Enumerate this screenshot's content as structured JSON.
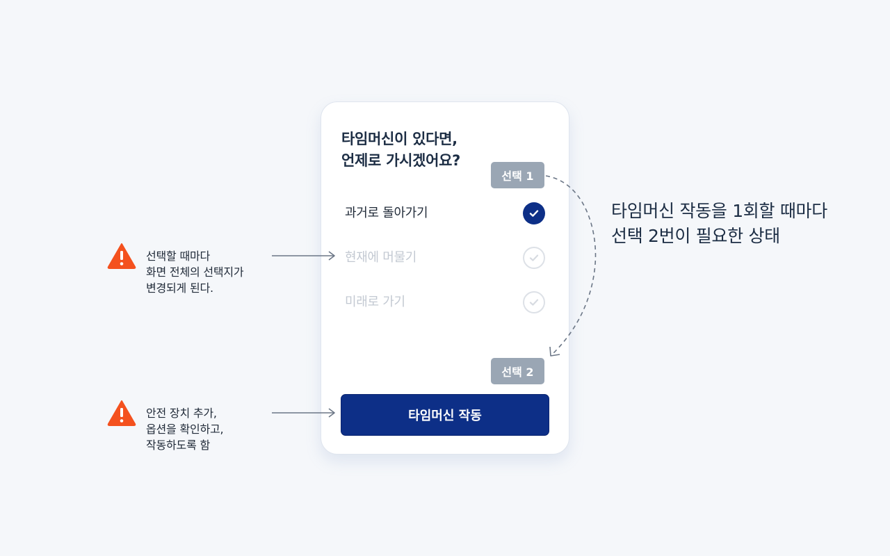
{
  "card": {
    "question_line1": "타임머신이 있다면,",
    "question_line2": "언제로 가시겠어요?",
    "options": [
      {
        "label": "과거로 돌아가기",
        "selected": true
      },
      {
        "label": "현재에 머물기",
        "selected": false
      },
      {
        "label": "미래로 가기",
        "selected": false
      }
    ],
    "tag_choice_1": "선택 1",
    "tag_choice_2": "선택 2",
    "primary_button": "타임머신 작동"
  },
  "annotations": {
    "note_top_lines": [
      "선택할 때마다",
      "화면 전체의 선택지가",
      "변경되게 된다."
    ],
    "note_bottom_lines": [
      "안전 장치 추가,",
      "옵션을 확인하고,",
      "작동하도록 함"
    ],
    "right_note_lines": [
      "타임머신 작동을 1회할 때마다",
      "선택 2번이 필요한 상태"
    ]
  },
  "colors": {
    "background": "#f5f7fa",
    "primary": "#0d2f87",
    "tag": "#9aa6b4",
    "warning": "#f4511e",
    "muted_text": "#c3c9d2"
  },
  "icons": {
    "warning": "warning-triangle-icon",
    "check": "check-circle-icon",
    "arrow": "arrow-right-icon"
  }
}
